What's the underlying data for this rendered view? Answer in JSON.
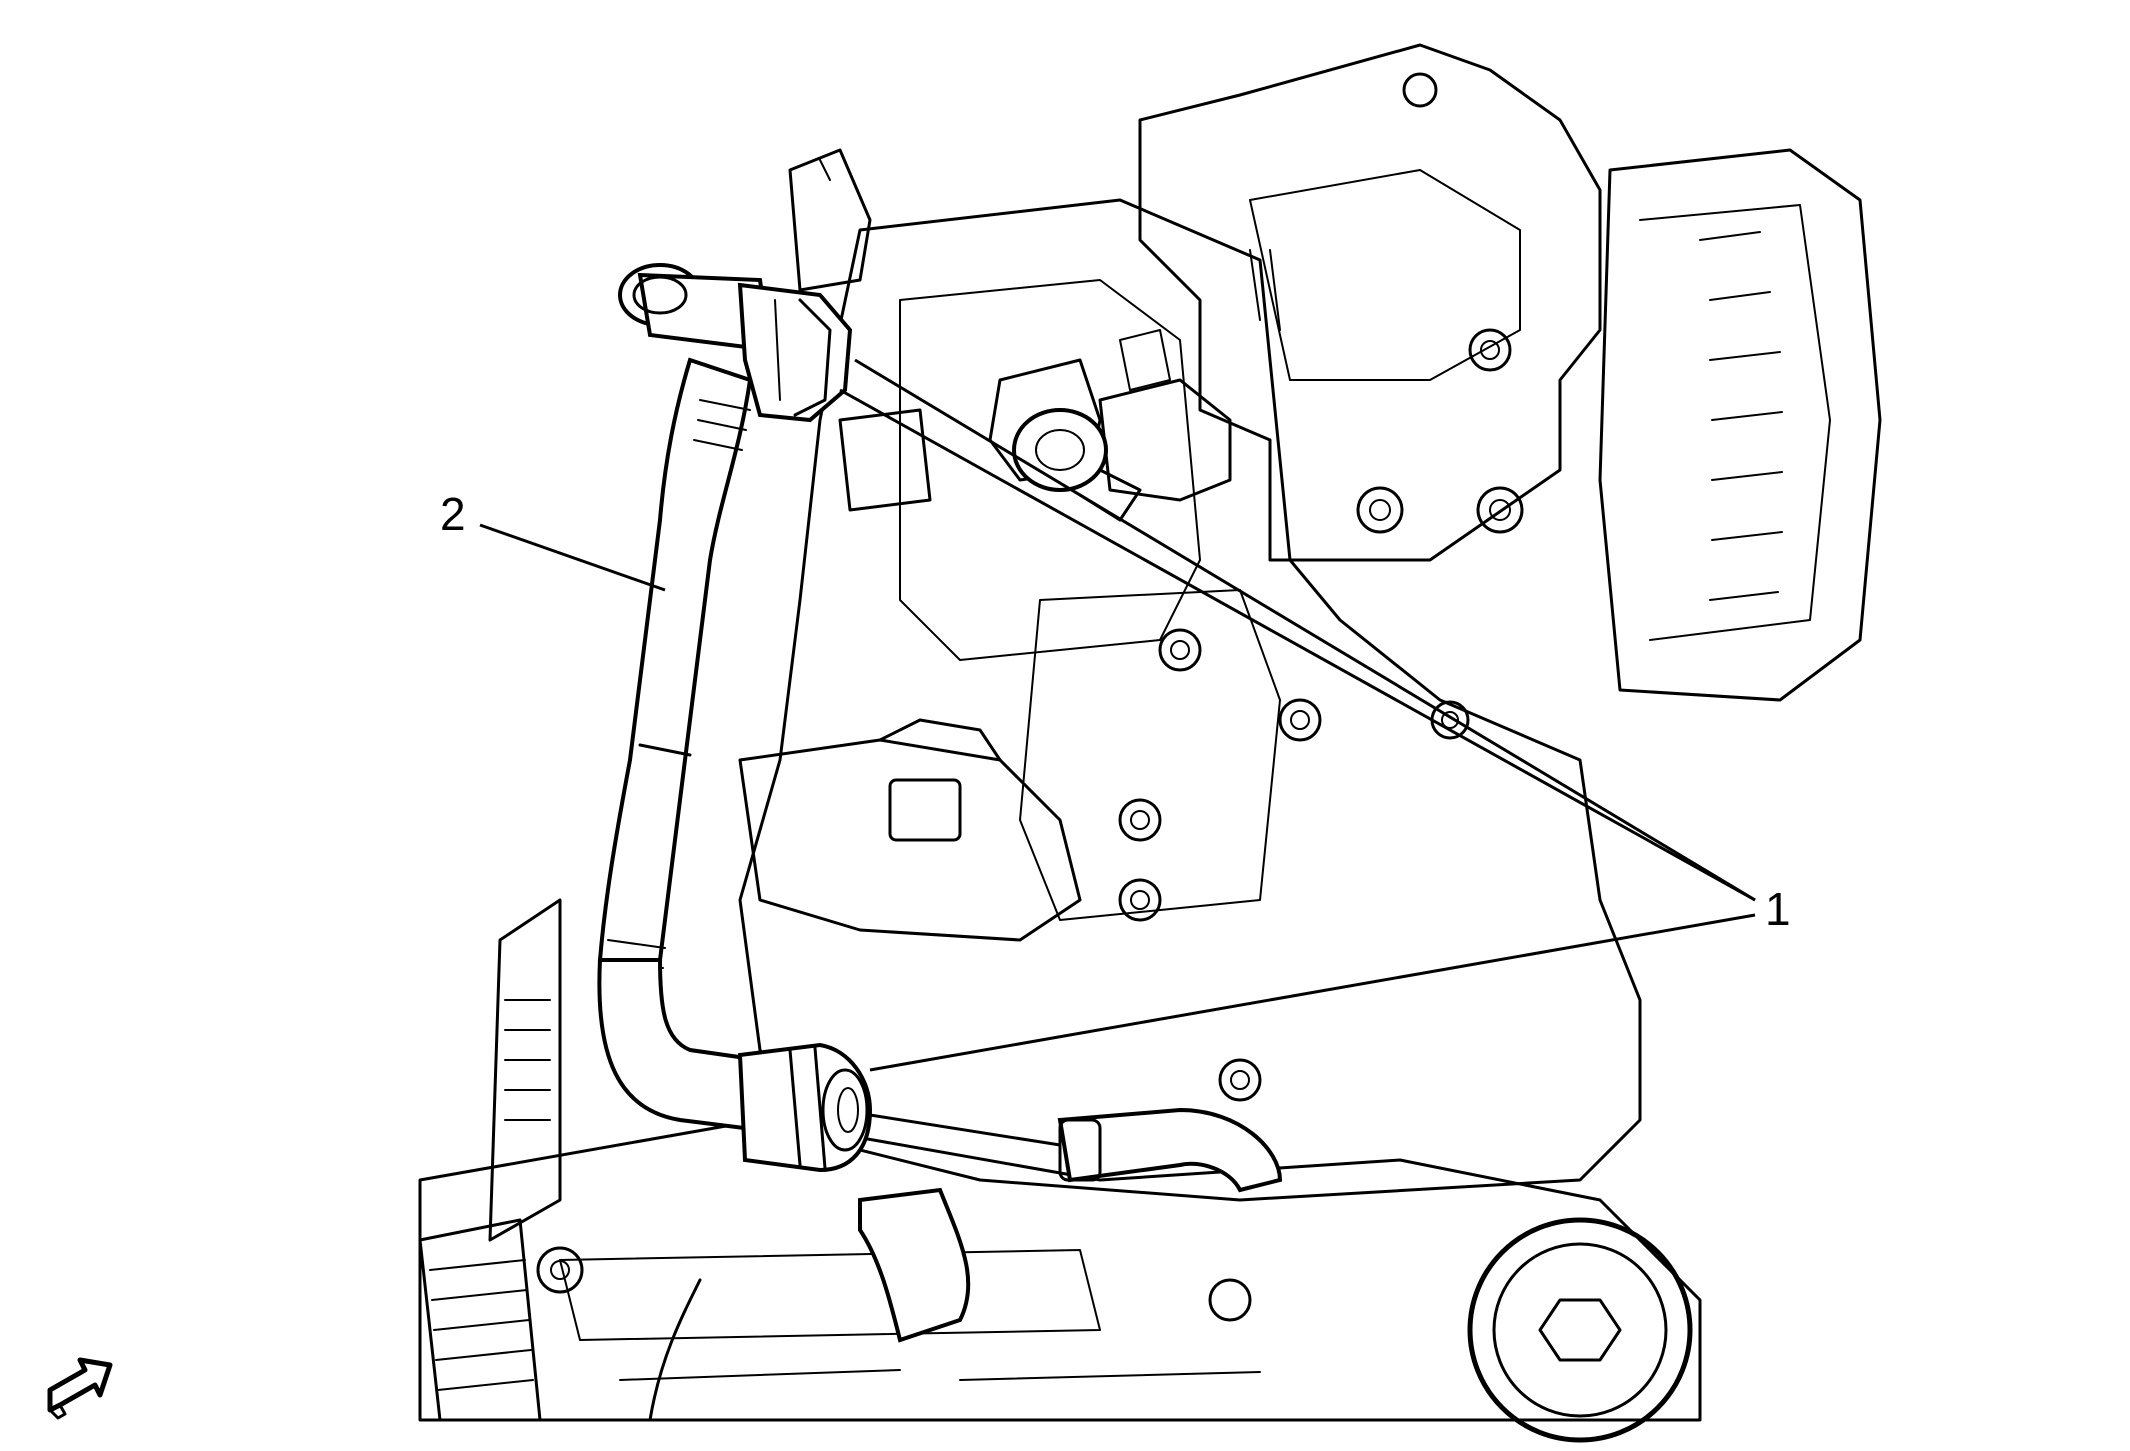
{
  "callouts": [
    {
      "id": "1",
      "text": "1"
    },
    {
      "id": "2",
      "text": "2"
    }
  ],
  "icons": {
    "view_direction": "view-direction-arrow-icon"
  },
  "colors": {
    "ink": "#000000",
    "background": "#ffffff"
  }
}
